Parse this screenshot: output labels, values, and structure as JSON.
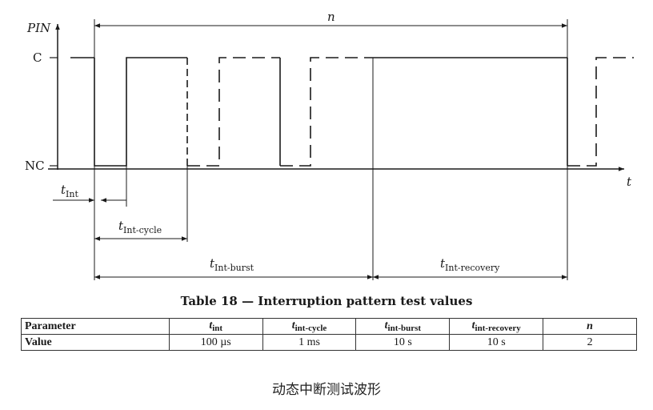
{
  "diagram": {
    "y_axis_label": "PIN",
    "x_axis_label": "t",
    "level_high": "C",
    "level_low": "NC",
    "span_n": "n",
    "t_int": {
      "main": "t",
      "sub": "Int"
    },
    "t_cycle": {
      "main": "t",
      "sub": "Int-cycle"
    },
    "t_burst": {
      "main": "t",
      "sub": "Int-burst"
    },
    "t_recovery": {
      "main": "t",
      "sub": "Int-recovery"
    }
  },
  "table": {
    "title": "Table 18 — Interruption pattern test values",
    "header": {
      "label": "Parameter",
      "cols": [
        {
          "main": "t",
          "sub": "int"
        },
        {
          "main": "t",
          "sub": "int-cycle"
        },
        {
          "main": "t",
          "sub": "int-burst"
        },
        {
          "main": "t",
          "sub": "int-recovery"
        },
        {
          "main": "n",
          "sub": ""
        }
      ]
    },
    "row": {
      "label": "Value",
      "values": [
        "100 µs",
        "1 ms",
        "10 s",
        "10 s",
        "2"
      ]
    }
  },
  "caption": "动态中断测试波形"
}
